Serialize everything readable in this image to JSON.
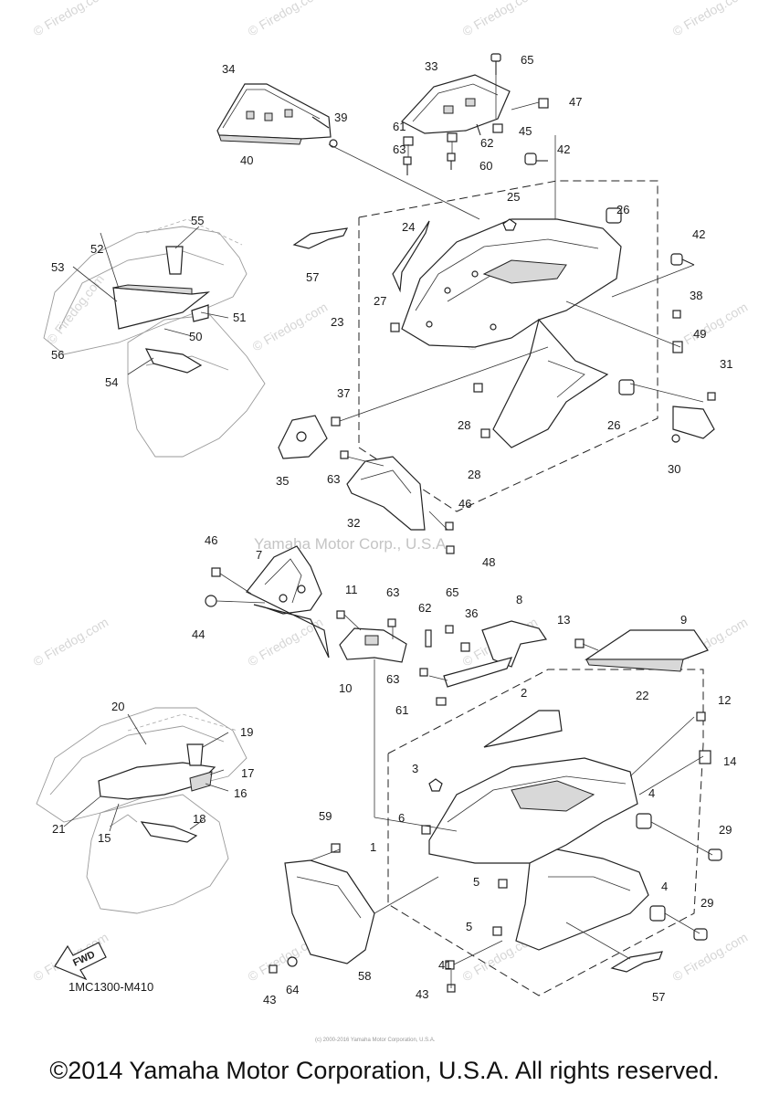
{
  "diagram_code": "1MC1300-M410",
  "copyright": "©2014 Yamaha Motor Corporation, U.S.A. All rights reserved.",
  "watermark_center": "Yamaha Motor Corp., U.S.A.",
  "watermark_site": "© Firedog.com",
  "inset_watermark": "© Firedog.com",
  "fine_print": "(c) 2000-2016 Yamaha Motor Corporation, U.S.A.",
  "fwd_label": "FWD",
  "callouts": {
    "c1": "1",
    "c2": "2",
    "c3": "3",
    "c4a": "4",
    "c4b": "4",
    "c5a": "5",
    "c5b": "5",
    "c6": "6",
    "c7": "7",
    "c8": "8",
    "c9": "9",
    "c10": "10",
    "c11": "11",
    "c12": "12",
    "c13": "13",
    "c14": "14",
    "c15": "15",
    "c16": "16",
    "c17": "17",
    "c18": "18",
    "c19": "19",
    "c20": "20",
    "c21": "21",
    "c22": "22",
    "c23": "23",
    "c24": "24",
    "c25": "25",
    "c26a": "26",
    "c26b": "26",
    "c27": "27",
    "c28a": "28",
    "c28b": "28",
    "c29a": "29",
    "c29b": "29",
    "c30": "30",
    "c31": "31",
    "c32": "32",
    "c33": "33",
    "c34": "34",
    "c35": "35",
    "c36": "36",
    "c37": "37",
    "c38": "38",
    "c39": "39",
    "c40": "40",
    "c41": "41",
    "c42a": "42",
    "c42b": "42",
    "c43a": "43",
    "c43b": "43",
    "c44": "44",
    "c45": "45",
    "c46a": "46",
    "c46b": "46",
    "c47": "47",
    "c48": "48",
    "c49": "49",
    "c50": "50",
    "c51": "51",
    "c52": "52",
    "c53": "53",
    "c54": "54",
    "c55": "55",
    "c56": "56",
    "c57a": "57",
    "c57b": "57",
    "c59": "59",
    "c60": "60",
    "c61a": "61",
    "c61b": "61",
    "c62a": "62",
    "c62b": "62",
    "c63a": "63",
    "c63b": "63",
    "c63c": "63",
    "c63d": "63",
    "c64": "64",
    "c65a": "65",
    "c65b": "65",
    "c58": "58"
  }
}
